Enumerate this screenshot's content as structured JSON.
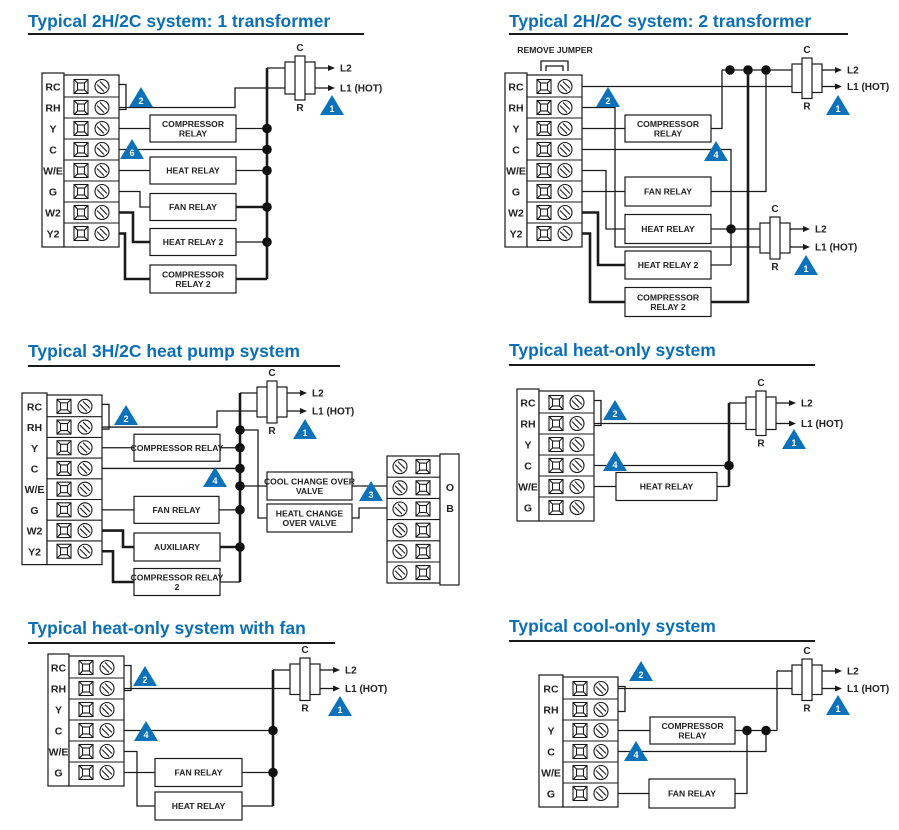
{
  "diagrams": [
    {
      "title": "Typical 2H/2C system: 1 transformer",
      "terminals": [
        "RC",
        "RH",
        "Y",
        "C",
        "W/E",
        "G",
        "W2",
        "Y2"
      ],
      "relays": [
        [
          "COMPRESSOR",
          "RELAY"
        ],
        [
          "HEAT RELAY"
        ],
        [
          "FAN RELAY"
        ],
        [
          "HEAT RELAY 2"
        ],
        [
          "COMPRESSOR",
          "RELAY 2"
        ]
      ],
      "transformers": [
        {
          "c": "C",
          "r": "R",
          "l2": "L2",
          "l1": "L1 (HOT)"
        }
      ],
      "markers": [
        "2",
        "1",
        "6"
      ]
    },
    {
      "title": "Typical 2H/2C system: 2 transformer",
      "jumper_note": "REMOVE JUMPER",
      "terminals": [
        "RC",
        "RH",
        "Y",
        "C",
        "W/E",
        "G",
        "W2",
        "Y2"
      ],
      "relays": [
        [
          "COMPRESSOR",
          "RELAY"
        ],
        [
          "FAN RELAY"
        ],
        [
          "HEAT RELAY"
        ],
        [
          "HEAT RELAY 2"
        ],
        [
          "COMPRESSOR",
          "RELAY 2"
        ]
      ],
      "transformers": [
        {
          "c": "C",
          "r": "R",
          "l2": "L2",
          "l1": "L1 (HOT)"
        },
        {
          "c": "C",
          "r": "R",
          "l2": "L2",
          "l1": "L1 (HOT)"
        }
      ],
      "markers": [
        "2",
        "1",
        "4",
        "1"
      ]
    },
    {
      "title": "Typical 3H/2C heat pump system",
      "terminals": [
        "RC",
        "RH",
        "Y",
        "C",
        "W/E",
        "G",
        "W2",
        "Y2"
      ],
      "relays": [
        [
          "COMPRESSOR RELAY"
        ],
        [
          "FAN RELAY"
        ],
        [
          "AUXILIARY"
        ],
        [
          "COMPRESSOR RELAY",
          "2"
        ],
        [
          "COOL CHANGE OVER",
          "VALVE"
        ],
        [
          "HEATL CHANGE",
          "OVER VALVE"
        ]
      ],
      "transformers": [
        {
          "c": "C",
          "r": "R",
          "l2": "L2",
          "l1": "L1 (HOT)"
        }
      ],
      "valve_terminals": {
        "o": "O",
        "b": "B"
      },
      "markers": [
        "2",
        "1",
        "4",
        "3"
      ]
    },
    {
      "title": "Typical heat-only system",
      "terminals": [
        "RC",
        "RH",
        "Y",
        "C",
        "W/E",
        "G"
      ],
      "relays": [
        [
          "HEAT RELAY"
        ]
      ],
      "transformers": [
        {
          "c": "C",
          "r": "R",
          "l2": "L2",
          "l1": "L1 (HOT)"
        }
      ],
      "markers": [
        "2",
        "1",
        "4"
      ]
    },
    {
      "title": "Typical heat-only system with fan",
      "terminals": [
        "RC",
        "RH",
        "Y",
        "C",
        "W/E",
        "G"
      ],
      "relays": [
        [
          "FAN RELAY"
        ],
        [
          "HEAT RELAY"
        ]
      ],
      "transformers": [
        {
          "c": "C",
          "r": "R",
          "l2": "L2",
          "l1": "L1 (HOT)"
        }
      ],
      "markers": [
        "2",
        "4",
        "1"
      ]
    },
    {
      "title": "Typical cool-only system",
      "terminals": [
        "RC",
        "RH",
        "Y",
        "C",
        "W/E",
        "G"
      ],
      "relays": [
        [
          "COMPRESSOR",
          "RELAY"
        ],
        [
          "FAN RELAY"
        ]
      ],
      "transformers": [
        {
          "c": "C",
          "r": "R",
          "l2": "L2",
          "l1": "L1 (HOT)"
        }
      ],
      "markers": [
        "2",
        "4",
        "1"
      ]
    }
  ]
}
